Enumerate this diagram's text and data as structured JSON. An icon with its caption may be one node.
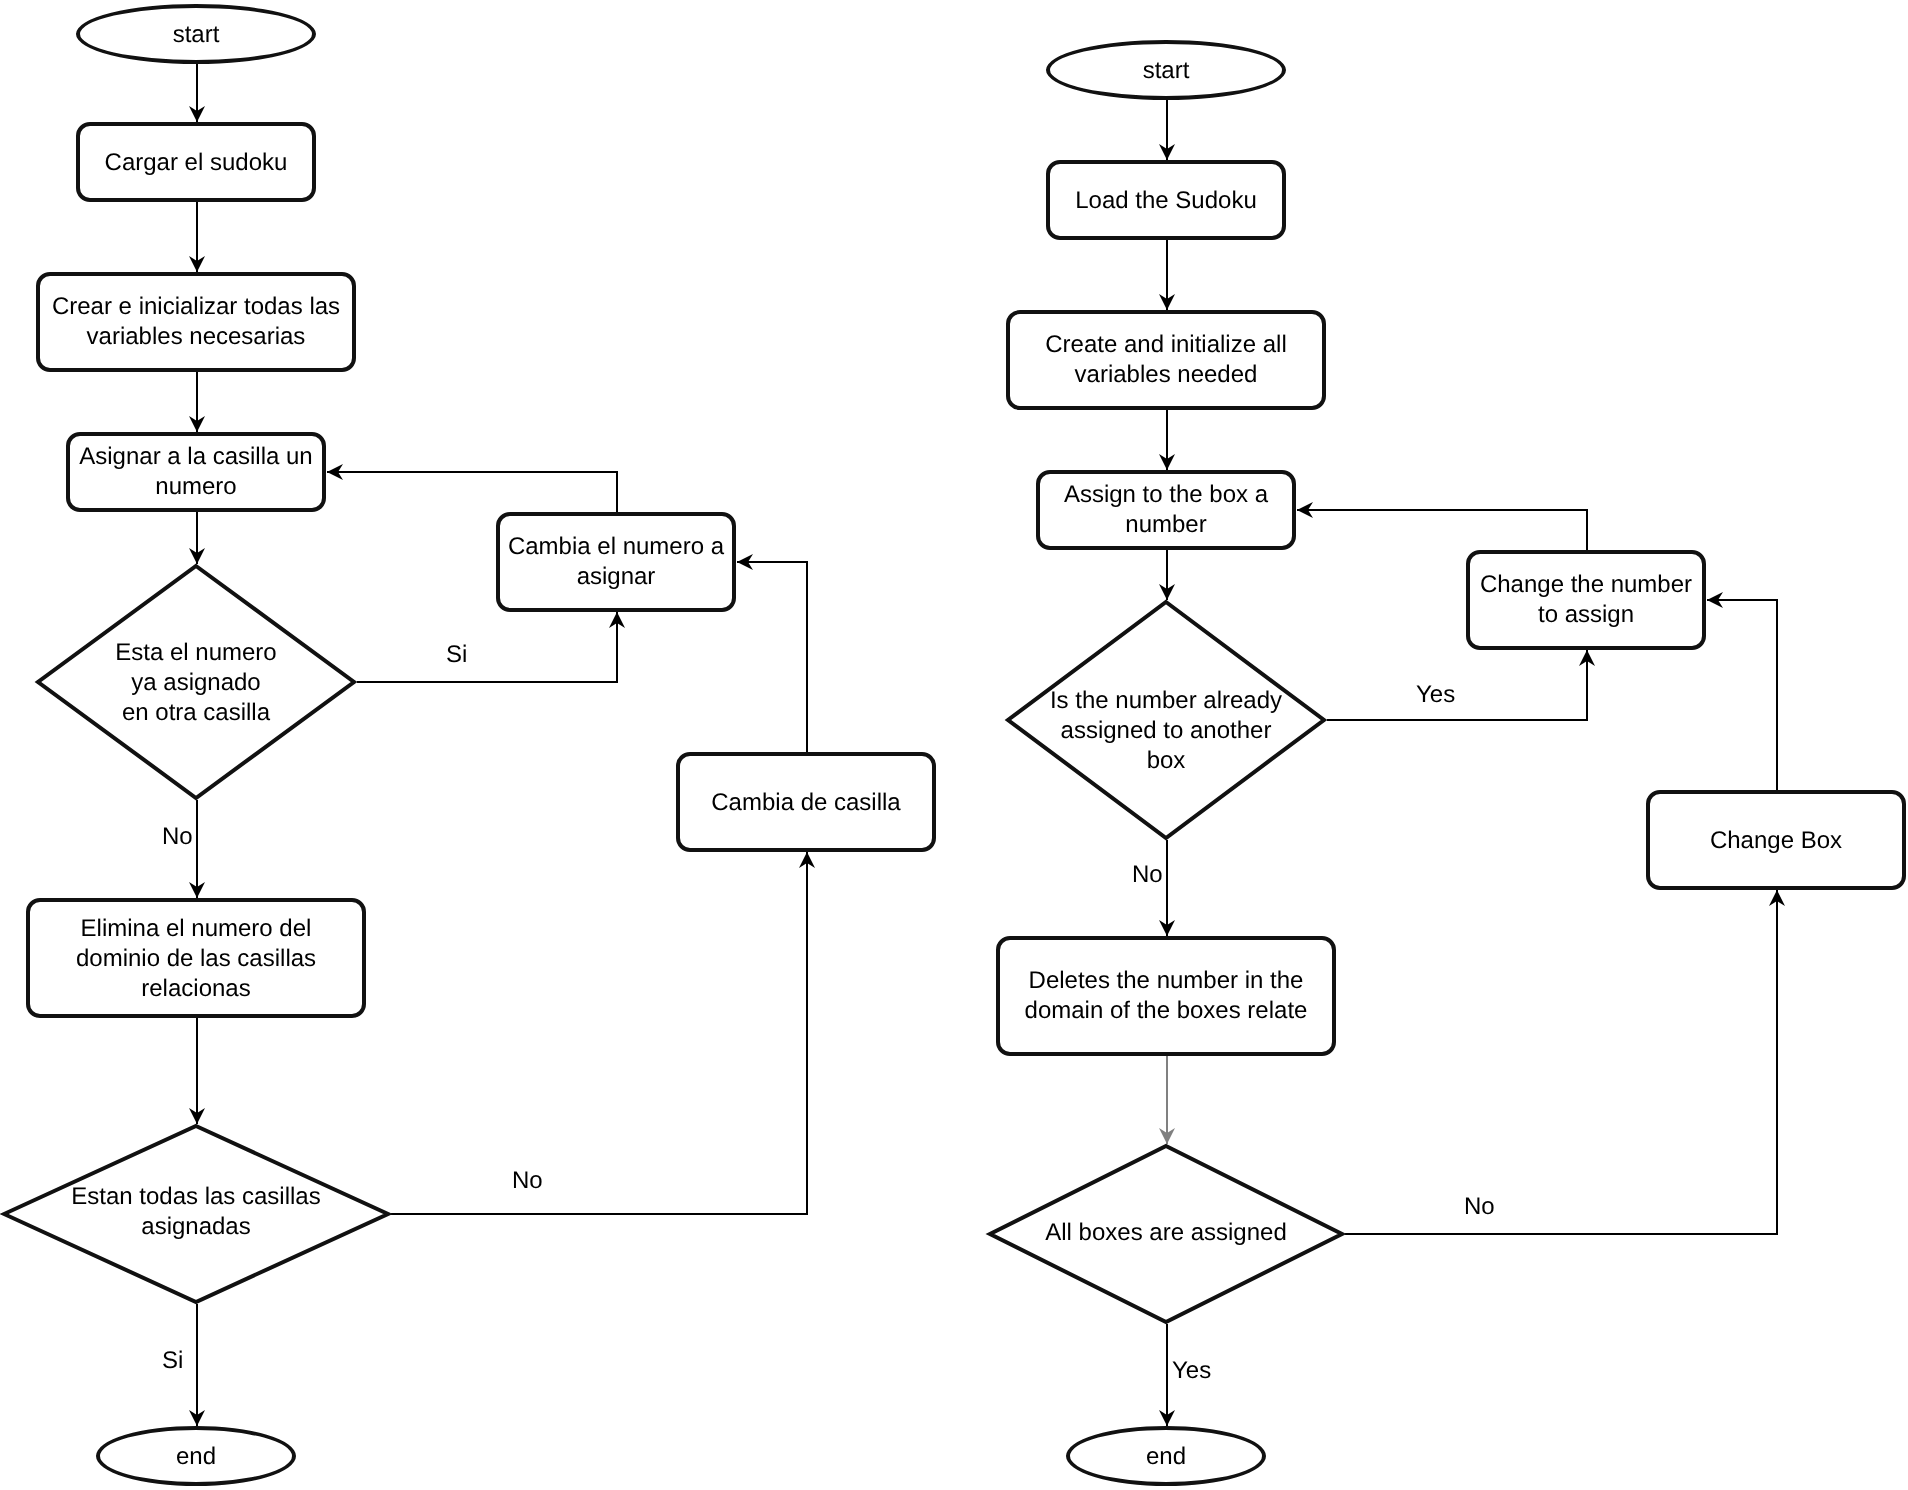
{
  "diagram": {
    "nodes": [
      {
        "text": [
          "start"
        ]
      },
      {
        "text": [
          "Cargar el sudoku"
        ]
      },
      {
        "text": [
          "Crear e inicializar todas las variables necesarias"
        ]
      },
      {
        "text": [
          "Asignar a la casilla un numero"
        ]
      },
      {
        "text": [
          "Esta el numero ya asignado en otra casilla"
        ]
      },
      {
        "text": [
          "Cambia el numero a asignar"
        ]
      },
      {
        "text": [
          "Cambia de casilla"
        ]
      },
      {
        "text": [
          "Elimina el numero del dominio de las casillas relacionas"
        ]
      },
      {
        "text": [
          "Estan todas las casillas asignadas"
        ]
      },
      {
        "text": [
          "end"
        ]
      },
      {
        "text": [
          "start"
        ]
      },
      {
        "text": [
          "Load the Sudoku"
        ]
      },
      {
        "text": [
          "Create and initialize all variables needed"
        ]
      },
      {
        "text": [
          "Assign to the box a number"
        ]
      },
      {
        "text": [
          "Is the number already assigned to another box"
        ]
      },
      {
        "text": [
          "Change the number to assign"
        ]
      },
      {
        "text": [
          "Change Box"
        ]
      },
      {
        "text": [
          "Deletes the number in the domain of the boxes relate"
        ]
      },
      {
        "text": [
          "All boxes are assigned"
        ]
      },
      {
        "text": [
          "end"
        ]
      }
    ],
    "edges": [
      {
        "from": 0,
        "to": 1,
        "arrow": "to"
      },
      {
        "from": 1,
        "to": 2,
        "arrow": "to"
      },
      {
        "from": 2,
        "to": 3,
        "arrow": "to"
      },
      {
        "from": 3,
        "to": 4,
        "arrow": "to"
      },
      {
        "from": 4,
        "to": 5,
        "arrow": "to",
        "label": "Si"
      },
      {
        "from": 4,
        "to": 7,
        "arrow": "to",
        "label": "No"
      },
      {
        "from": 7,
        "to": 8,
        "arrow": "to"
      },
      {
        "from": 8,
        "to": 9,
        "arrow": "to",
        "label": "Si"
      },
      {
        "from": 8,
        "to": 6,
        "arrow": "to",
        "label": "No"
      },
      {
        "from": 6,
        "to": 5,
        "arrow": "to"
      },
      {
        "from": 5,
        "to": 3,
        "arrow": "to"
      },
      {
        "from": 10,
        "to": 11,
        "arrow": "to"
      },
      {
        "from": 11,
        "to": 12,
        "arrow": "to"
      },
      {
        "from": 12,
        "to": 13,
        "arrow": "to"
      },
      {
        "from": 13,
        "to": 14,
        "arrow": "to"
      },
      {
        "from": 14,
        "to": 15,
        "arrow": "to",
        "label": "Yes"
      },
      {
        "from": 14,
        "to": 17,
        "arrow": "to",
        "label": "No"
      },
      {
        "from": 17,
        "to": 18,
        "arrow": "to",
        "color": "#808080"
      },
      {
        "from": 18,
        "to": 19,
        "arrow": "to",
        "label": "Yes"
      },
      {
        "from": 18,
        "to": 16,
        "arrow": "to",
        "label": "No"
      },
      {
        "from": 16,
        "to": 15,
        "arrow": "to"
      },
      {
        "from": 15,
        "to": 13,
        "arrow": "to"
      }
    ]
  }
}
